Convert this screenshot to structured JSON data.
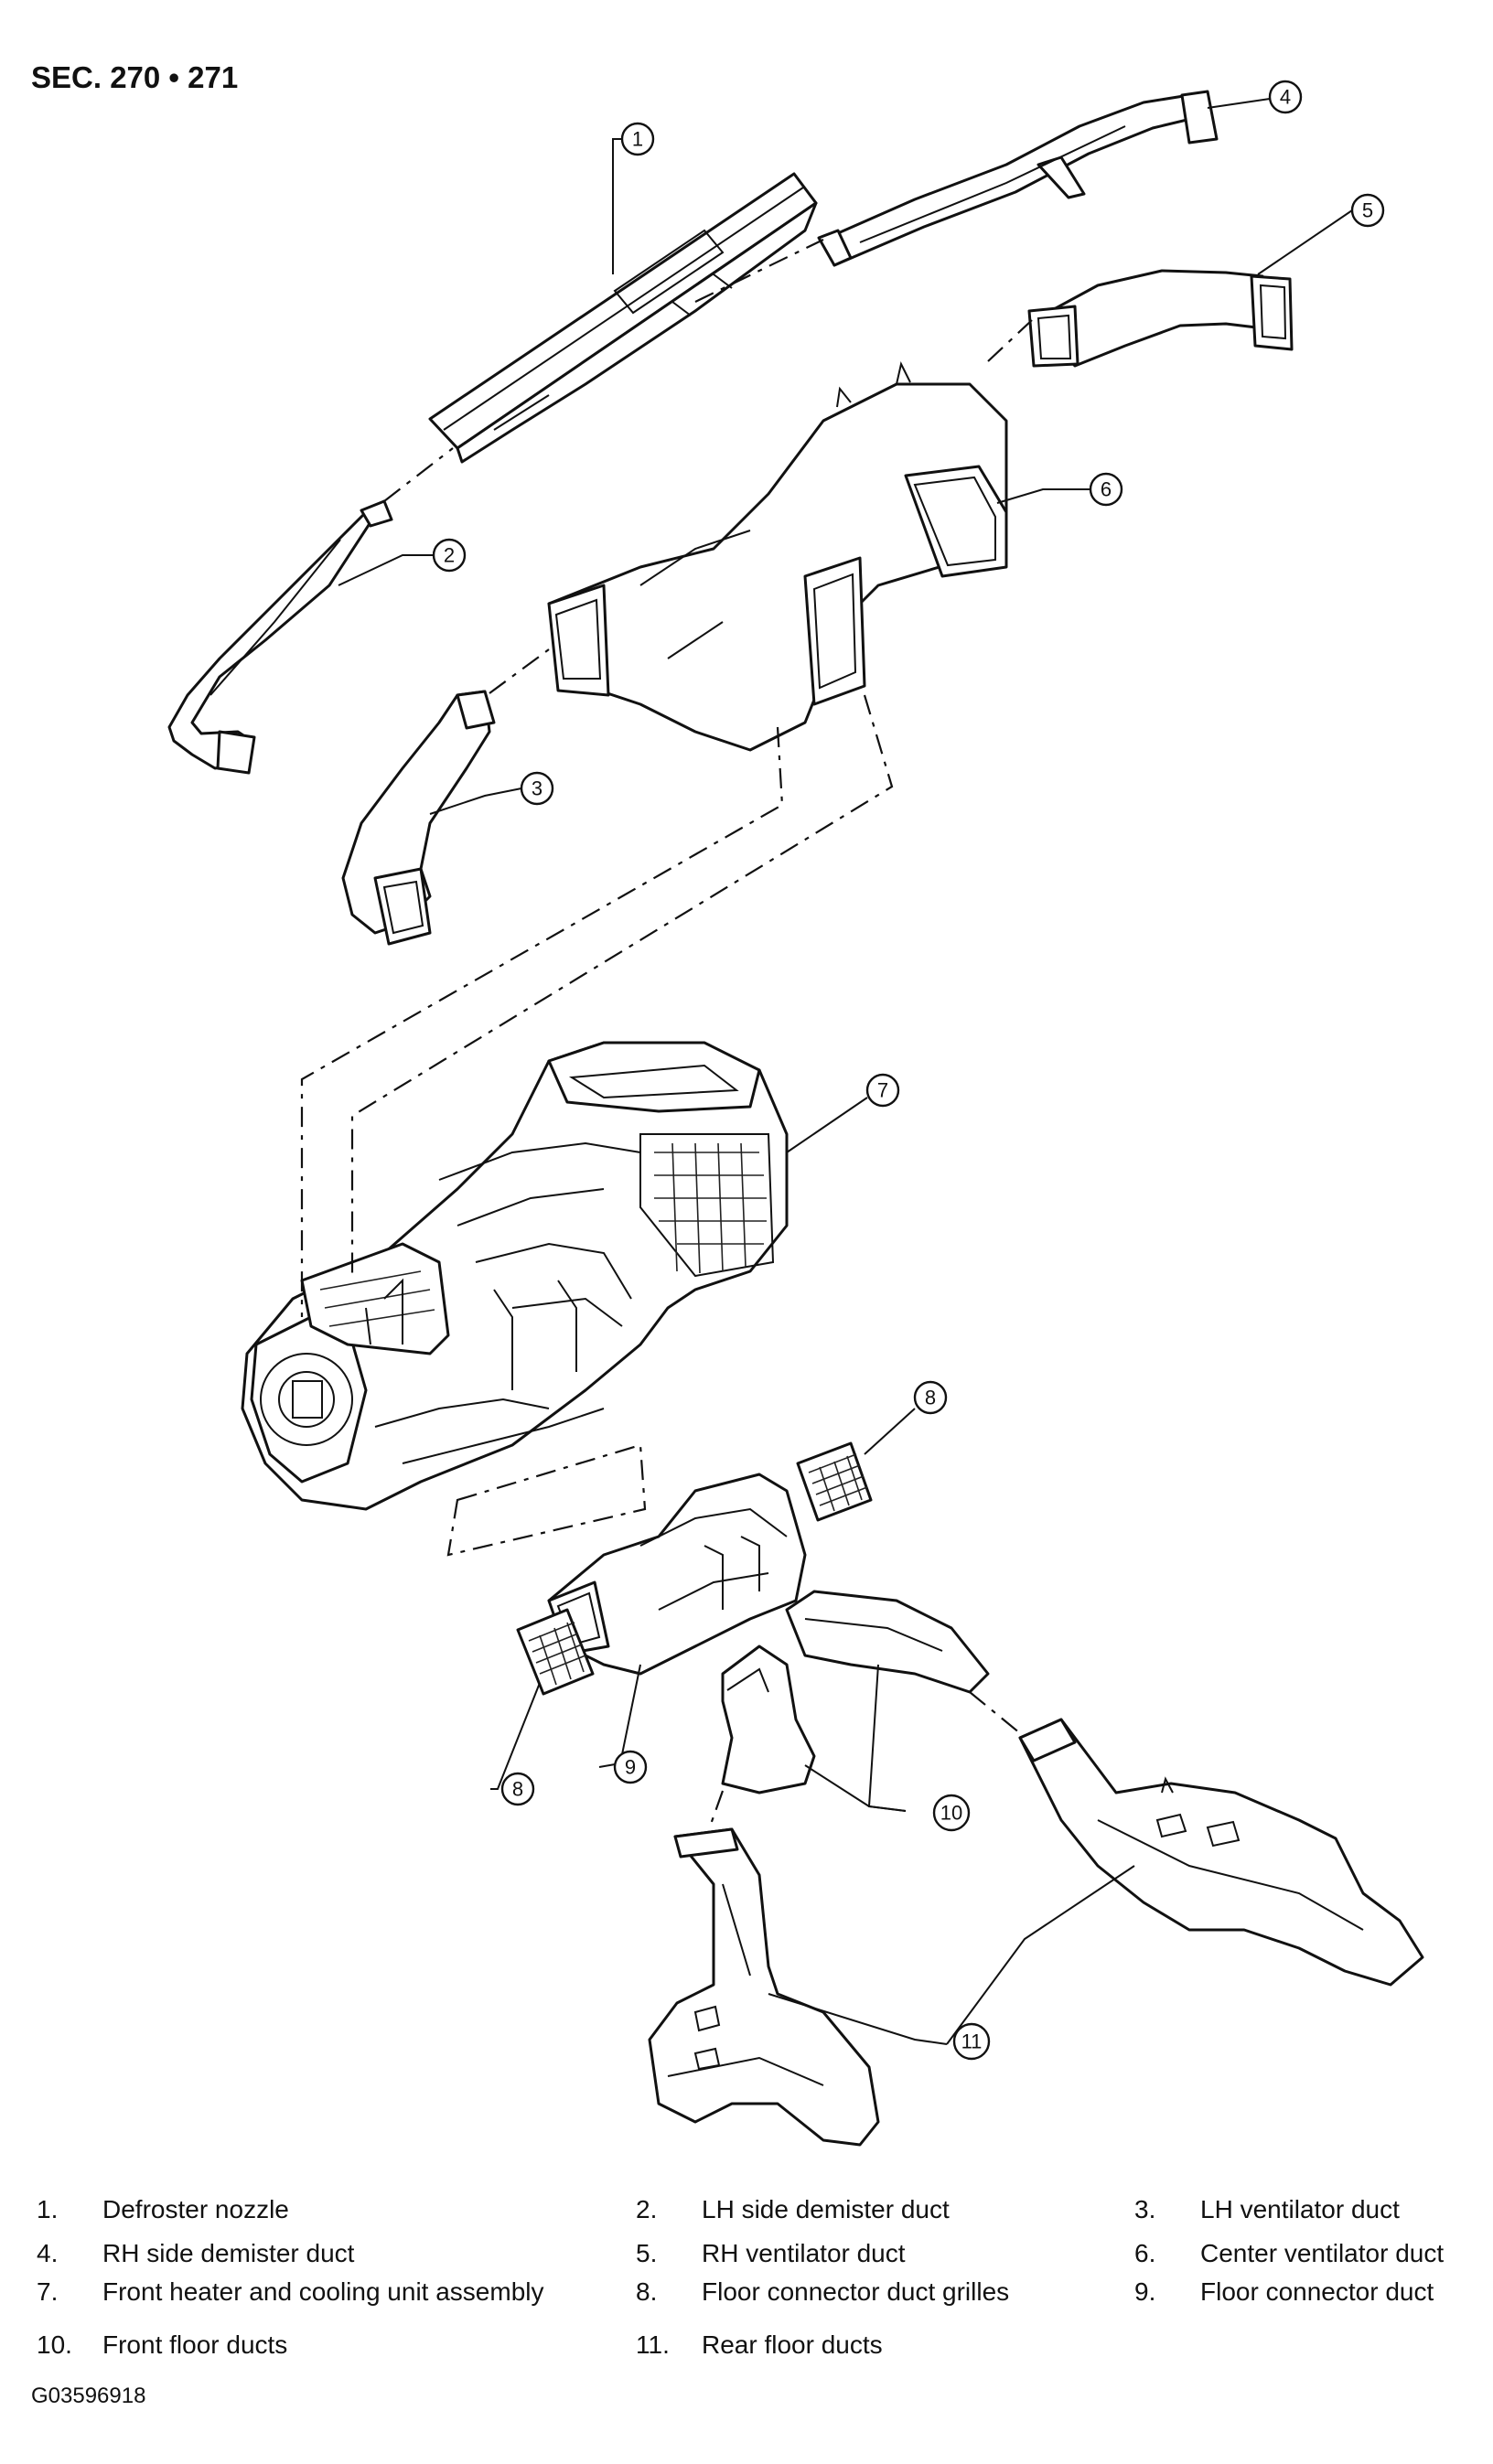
{
  "header": {
    "section": "SEC. 270 • 271"
  },
  "callouts": [
    "1",
    "2",
    "3",
    "4",
    "5",
    "6",
    "7",
    "8",
    "8",
    "9",
    "10",
    "11"
  ],
  "legend": [
    {
      "num": "1.",
      "label": "Defroster nozzle"
    },
    {
      "num": "2.",
      "label": "LH side demister duct"
    },
    {
      "num": "3.",
      "label": "LH ventilator duct"
    },
    {
      "num": "4.",
      "label": "RH side demister duct"
    },
    {
      "num": "5.",
      "label": "RH ventilator duct"
    },
    {
      "num": "6.",
      "label": "Center ventilator duct"
    },
    {
      "num": "7.",
      "label": "Front heater and cooling unit assembly"
    },
    {
      "num": "8.",
      "label": "Floor connector duct grilles"
    },
    {
      "num": "9.",
      "label": "Floor connector duct"
    },
    {
      "num": "10.",
      "label": "Front floor ducts"
    },
    {
      "num": "11.",
      "label": "Rear floor ducts"
    }
  ],
  "footer": {
    "code": "G03596918"
  }
}
